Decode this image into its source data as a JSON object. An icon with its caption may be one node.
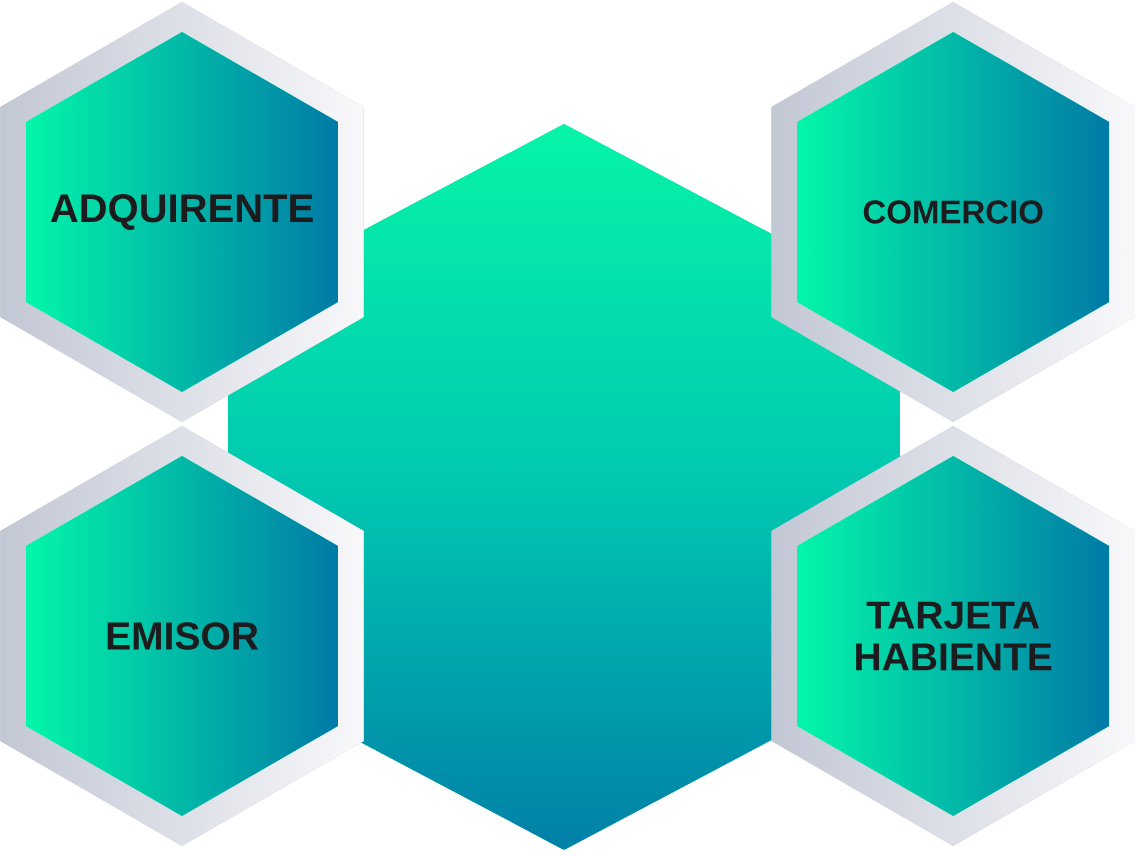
{
  "diagram": {
    "nodes": [
      {
        "text": [
          "ADQUIRENTE"
        ]
      },
      {
        "text": [
          "COMERCIO"
        ]
      },
      {
        "text": [],
        "shape": "hexagon"
      },
      {
        "text": [
          "EMISOR"
        ]
      },
      {
        "text": [
          "TARJETA HABIENTE"
        ]
      }
    ]
  }
}
